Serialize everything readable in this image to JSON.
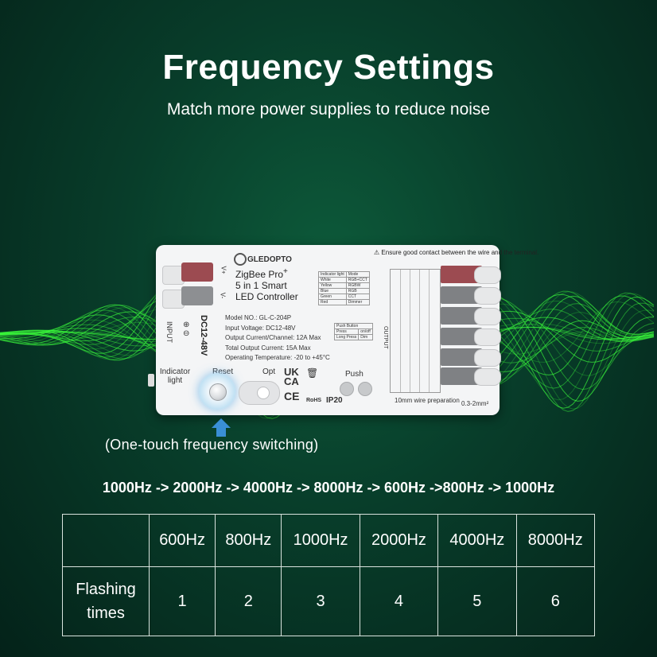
{
  "header": {
    "title": "Frequency Settings",
    "subtitle": "Match more power supplies to reduce noise"
  },
  "device": {
    "brand": "GLEDOPTO",
    "product_line1": "ZigBee Pro",
    "product_plus": "+",
    "product_line2": "5 in 1 Smart",
    "product_line3": "LED Controller",
    "specs": [
      "Model NO.: GL-C-204P",
      "Input Voltage: DC12-48V",
      "Output Current/Channel: 12A Max",
      "Total Output Current: 15A Max",
      "Operating Temperature: -20 to +45°C"
    ],
    "input_label": "INPUT",
    "voltage_label": "DC12-48V",
    "terminal_plus": "V+",
    "terminal_minus": "V-",
    "indicator_label": "Indicator light",
    "reset_label": "Reset",
    "opt_label": "Opt",
    "push_label": "Push",
    "output_label": "OUTPUT",
    "warning": "Ensure good contact between the wire and the terminal.",
    "wire_prep": "10mm wire preparation",
    "wire_size": "0.3-2mm²",
    "ip_rating": "IP20",
    "cert_ukca": "UK CA",
    "cert_ce": "CE",
    "cert_rohs": "RoHS",
    "mode_table": [
      [
        "Indicator light",
        "Mode"
      ],
      [
        "White",
        "RGB+CCT"
      ],
      [
        "Yellow",
        "RGBW"
      ],
      [
        "Blue",
        "RGB"
      ],
      [
        "Green",
        "CCT"
      ],
      [
        "Red",
        "Dimmer"
      ]
    ],
    "push_table": [
      [
        "Push Button",
        ""
      ],
      [
        "Press",
        "on/off"
      ],
      [
        "Long Press",
        "Dim"
      ]
    ]
  },
  "callout": "(One-touch frequency switching)",
  "sequence": "1000Hz -> 2000Hz -> 4000Hz -> 8000Hz -> 600Hz ->800Hz -> 1000Hz",
  "table": {
    "header": [
      "",
      "600Hz",
      "800Hz",
      "1000Hz",
      "2000Hz",
      "4000Hz",
      "8000Hz"
    ],
    "row_label": "Flashing times",
    "values": [
      "1",
      "2",
      "3",
      "4",
      "5",
      "6"
    ]
  },
  "colors": {
    "background": "#083d2a",
    "wave": "#3cff3c",
    "terminal_red": "#9c4b51",
    "terminal_gray": "#7f8184",
    "arrow": "#3a8fd6"
  }
}
